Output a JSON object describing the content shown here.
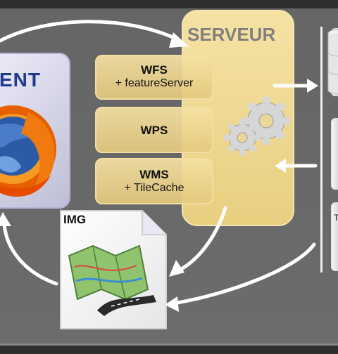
{
  "client": {
    "title": "ENT"
  },
  "server": {
    "title": "SERVEUR"
  },
  "services": [
    {
      "name": "WFS",
      "detail": "+ featureServer"
    },
    {
      "name": "WPS",
      "detail": ""
    },
    {
      "name": "WMS",
      "detail": "+ TileCache"
    }
  ],
  "image_document": {
    "label": "IMG"
  },
  "right_card": {
    "label": "T"
  },
  "icons": [
    "firefox-logo-icon",
    "gears-icon",
    "map-document-icon",
    "database-icon"
  ],
  "colors": {
    "server": "#f0d890",
    "client": "#d8d8ee",
    "client_title": "#1f3b8c",
    "arrow": "#ffffff"
  }
}
